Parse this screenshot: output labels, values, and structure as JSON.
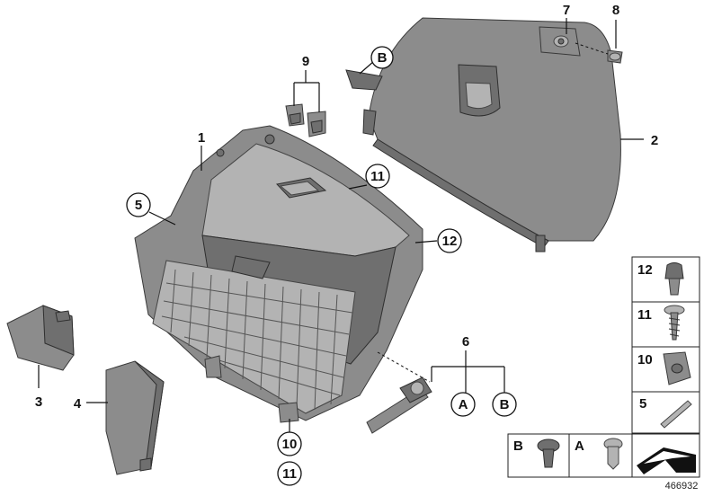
{
  "callouts": {
    "c1": "1",
    "c2": "2",
    "c3": "3",
    "c4": "4",
    "c5": "5",
    "c6": "6",
    "c7": "7",
    "c8": "8",
    "c9": "9",
    "c10": "10",
    "c11a": "11",
    "c11b": "11",
    "c12": "12",
    "cA": "A",
    "cB": "B",
    "cB2": "B"
  },
  "legend": {
    "r12": "12",
    "r11": "11",
    "r10": "10",
    "r5": "5",
    "bB": "B",
    "bA": "A"
  },
  "reference_number": "466932",
  "colors": {
    "part": "#8c8c8c",
    "outline": "#222222"
  }
}
